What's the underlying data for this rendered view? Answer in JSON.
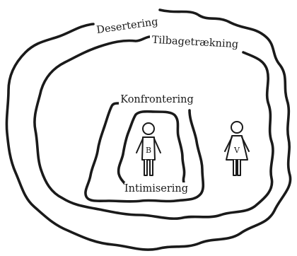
{
  "rings": [
    {
      "key": "desertering",
      "label": "Desertering"
    },
    {
      "key": "tilbagetraekning",
      "label": "Tilbagetrækning"
    },
    {
      "key": "konfrontering",
      "label": "Konfrontering"
    },
    {
      "key": "intimisering",
      "label": "Intimisering"
    }
  ],
  "figures": [
    {
      "key": "b",
      "letter": "B"
    },
    {
      "key": "v",
      "letter": "V"
    }
  ]
}
